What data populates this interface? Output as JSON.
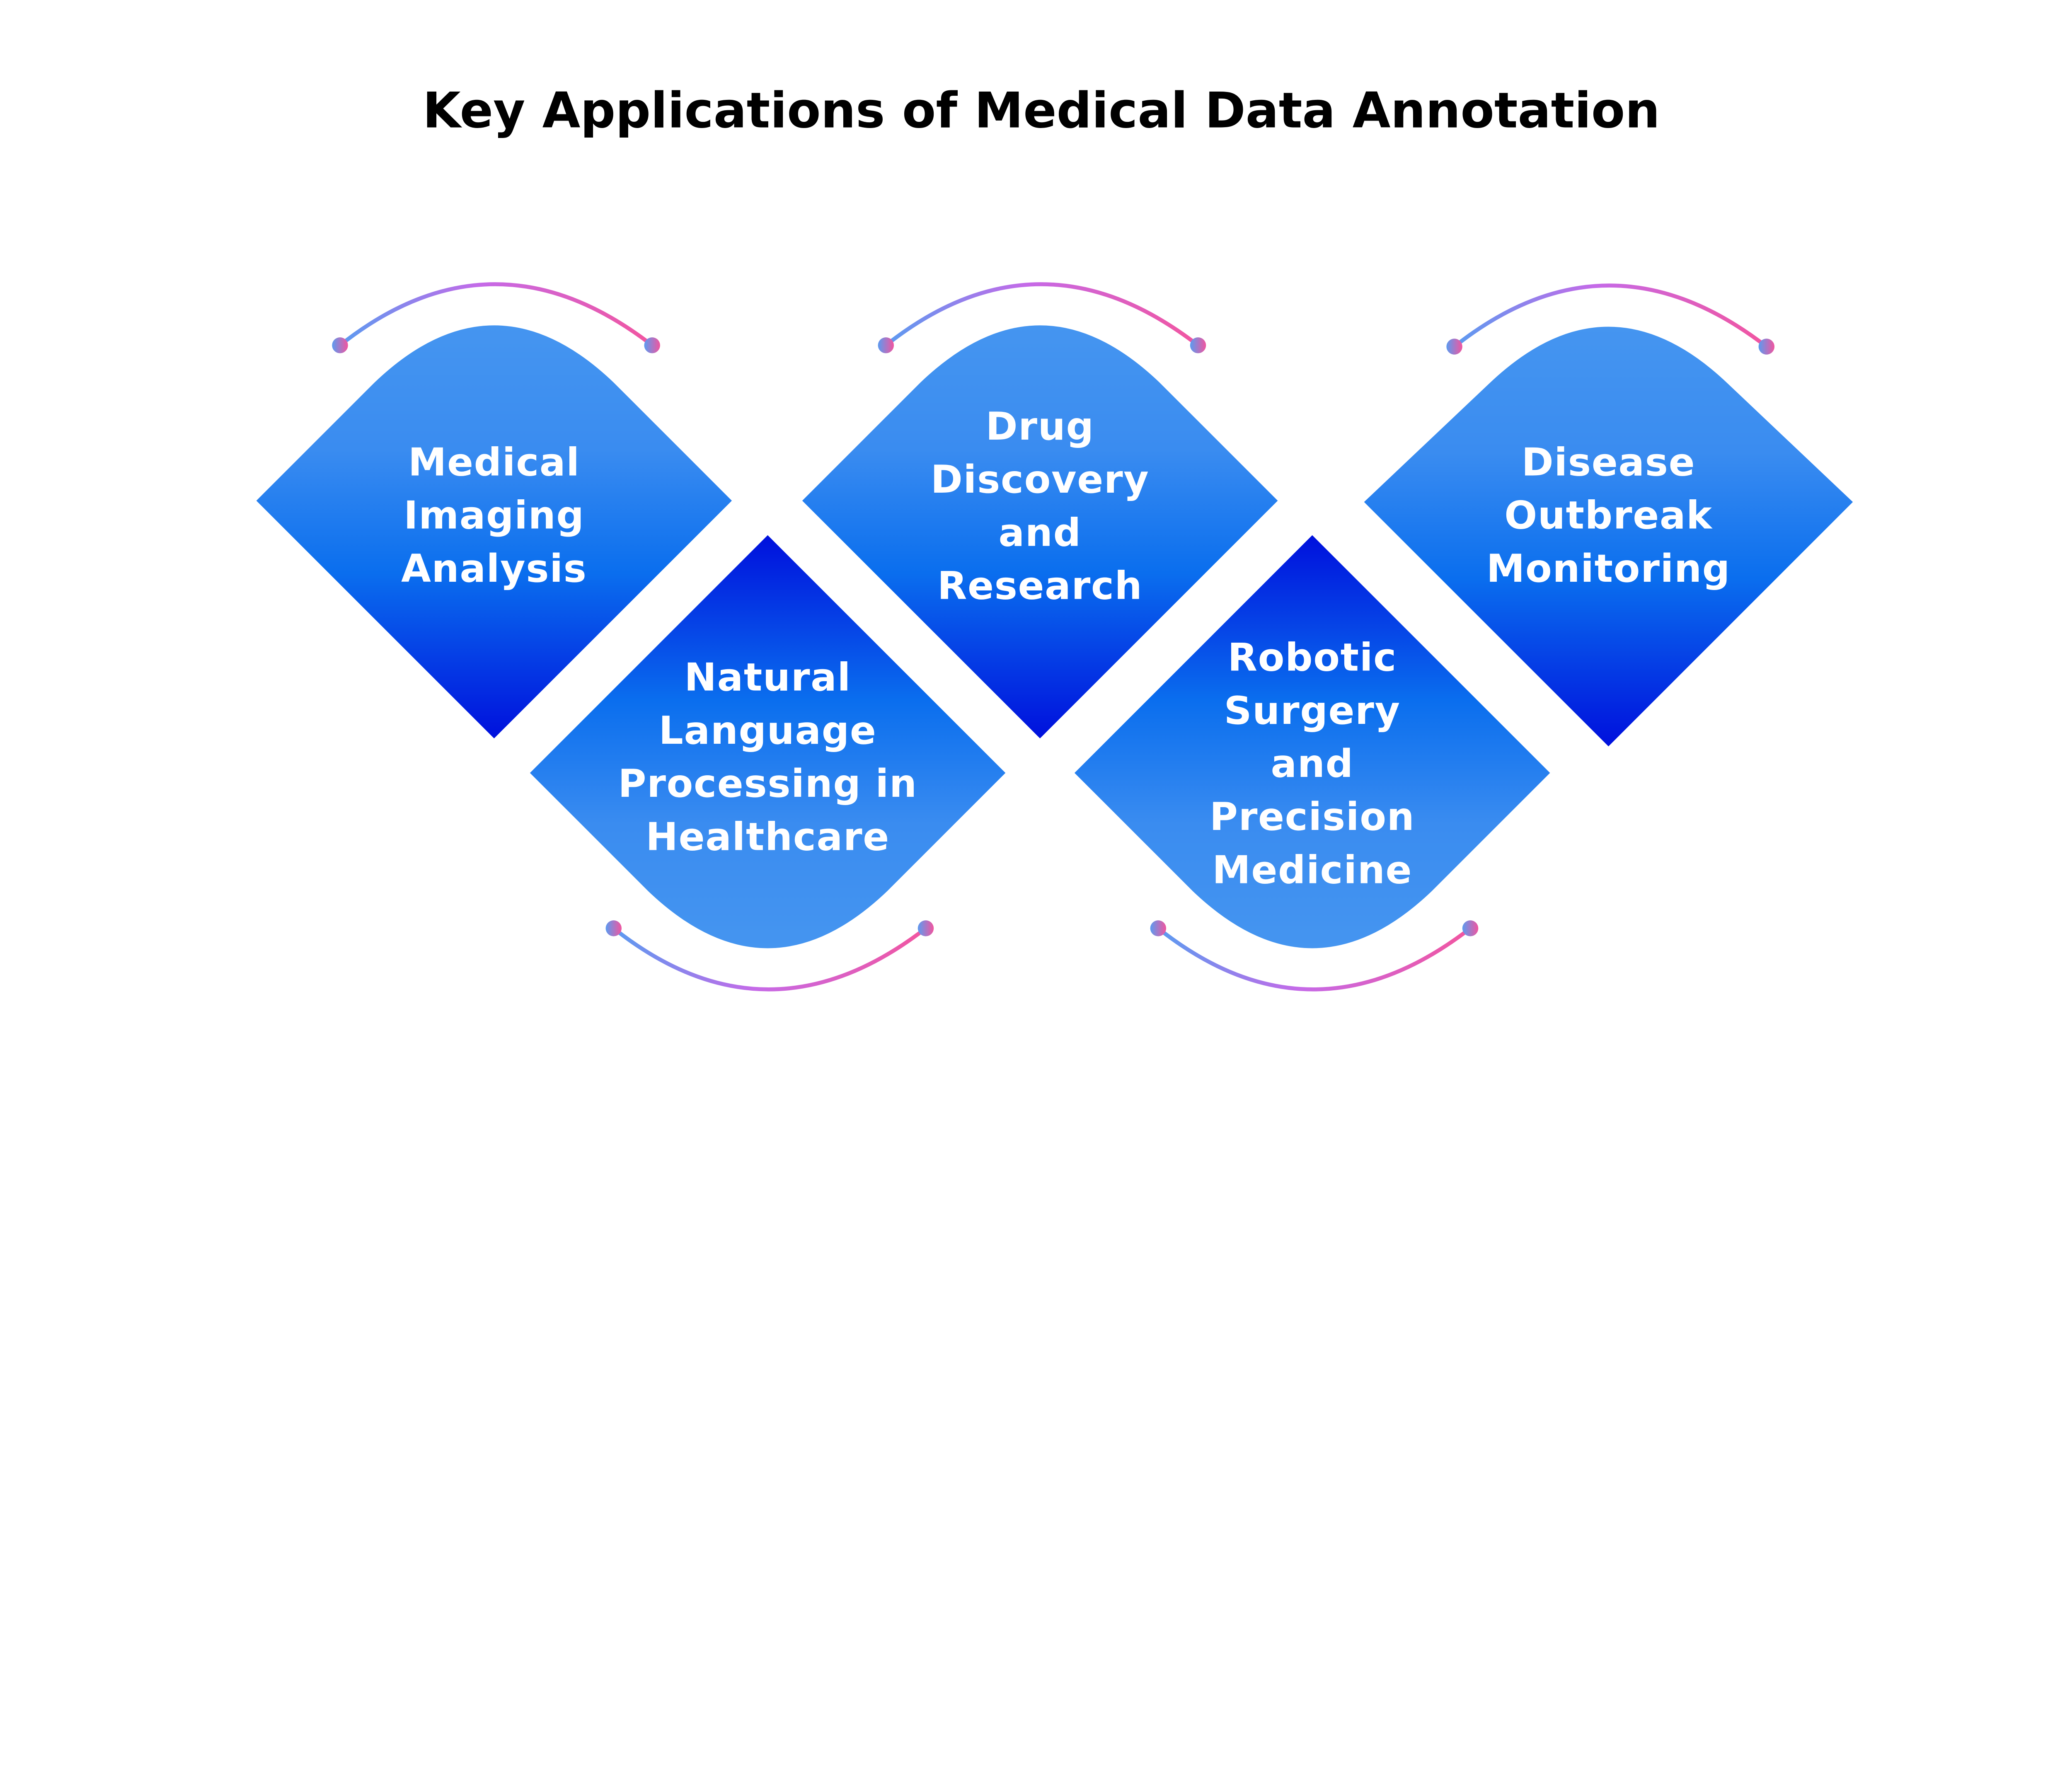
{
  "title": "Key Applications of Medical Data Annotation",
  "colors": {
    "shape_light": "#4393f0",
    "shape_mid": "#0a6eee",
    "shape_dark": "#0010dd",
    "arc_blue": "#5b9bf0",
    "arc_purple": "#c56ae8",
    "arc_pink": "#f2559f",
    "text": "#ffffff",
    "title": "#000000"
  },
  "items": [
    {
      "lines": [
        "Medical",
        "Imaging",
        "Analysis"
      ],
      "orientation": "down"
    },
    {
      "lines": [
        "Natural",
        "Language",
        "Processing in",
        "Healthcare"
      ],
      "orientation": "up"
    },
    {
      "lines": [
        "Drug",
        "Discovery",
        "and",
        "Research"
      ],
      "orientation": "down"
    },
    {
      "lines": [
        "Robotic",
        "Surgery",
        "and",
        "Precision",
        "Medicine"
      ],
      "orientation": "up"
    },
    {
      "lines": [
        "Disease",
        "Outbreak",
        "Monitoring"
      ],
      "orientation": "down"
    }
  ]
}
